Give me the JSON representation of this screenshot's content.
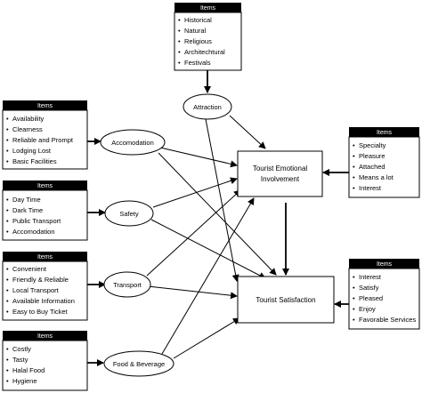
{
  "header_label": "Items",
  "item_boxes": {
    "top": [
      "Historical",
      "Natural",
      "Religious",
      "Architechtural",
      "Festivals"
    ],
    "accomodation": [
      "Availability",
      "Clearness",
      "Reliable and Prompt",
      "Lodging Lost",
      "Basic Facilities"
    ],
    "safety": [
      "Day Time",
      "Dark Time",
      "Public Transport",
      "Accomodation"
    ],
    "transport": [
      "Convenient",
      "Friendly & Reliable",
      "Local Transport",
      "Available Information",
      "Easy to Buy Ticket"
    ],
    "food": [
      "Costly",
      "Tasty",
      "Halal Food",
      "Hygiene"
    ],
    "involvement": [
      "Specialty",
      "Pleasure",
      "Attached",
      "Means a lot",
      "Interest"
    ],
    "satisfaction": [
      "Interest",
      "Satisfy",
      "Pleased",
      "Enjoy",
      "Favorable Services"
    ]
  },
  "nodes": {
    "attraction": "Attraction",
    "accomodation": "Accomodation",
    "safety": "Safety",
    "transport": "Transport",
    "food": "Food & Beverage",
    "involvement_line1": "Tourist Emotional",
    "involvement_line2": "Involvement",
    "satisfaction": "Tourist Satisfaction"
  }
}
